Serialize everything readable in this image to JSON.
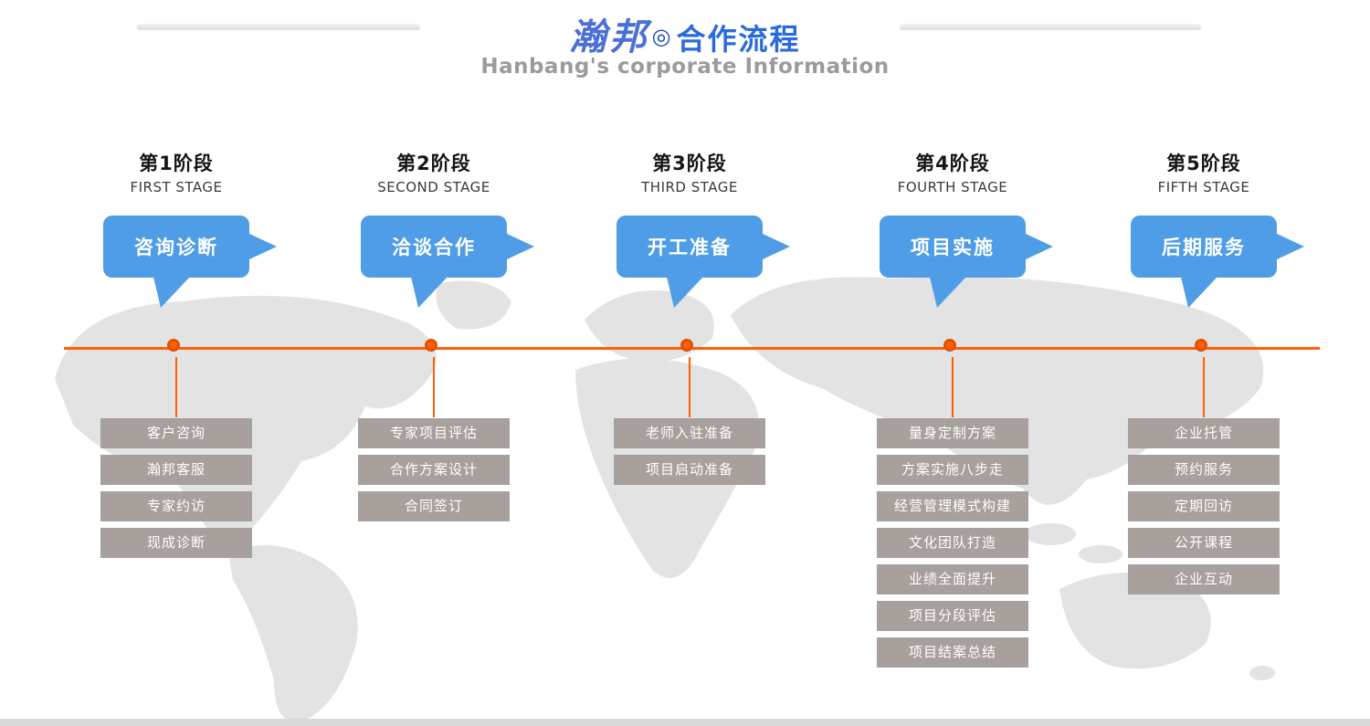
{
  "header": {
    "brand": "瀚邦",
    "badge": "◎",
    "title": "合作流程",
    "subtitle": "Hanbang's corporate Information"
  },
  "colors": {
    "bubble_blue": "#4e9de6",
    "timeline_orange": "#ff5f05",
    "box_gray": "#a7a09c",
    "title_blue": "#2a6ae0",
    "brand_blue": "#4a6fd6",
    "map_gray": "#e3e3e3"
  },
  "stages": [
    {
      "label": "第1阶段",
      "label_en": "FIRST STAGE",
      "bubble": "咨询诊断",
      "items": [
        "客户咨询",
        "瀚邦客服",
        "专家约访",
        "现成诊断"
      ]
    },
    {
      "label": "第2阶段",
      "label_en": "SECOND STAGE",
      "bubble": "洽谈合作",
      "items": [
        "专家项目评估",
        "合作方案设计",
        "合同签订"
      ]
    },
    {
      "label": "第3阶段",
      "label_en": "THIRD STAGE",
      "bubble": "开工准备",
      "items": [
        "老师入驻准备",
        "项目启动准备"
      ]
    },
    {
      "label": "第4阶段",
      "label_en": "FOURTH STAGE",
      "bubble": "项目实施",
      "items": [
        "量身定制方案",
        "方案实施八步走",
        "经营管理模式构建",
        "文化团队打造",
        "业绩全面提升",
        "项目分段评估",
        "项目结案总结"
      ]
    },
    {
      "label": "第5阶段",
      "label_en": "FIFTH STAGE",
      "bubble": "后期服务",
      "items": [
        "企业托管",
        "预约服务",
        "定期回访",
        "公开课程",
        "企业互动"
      ]
    }
  ]
}
